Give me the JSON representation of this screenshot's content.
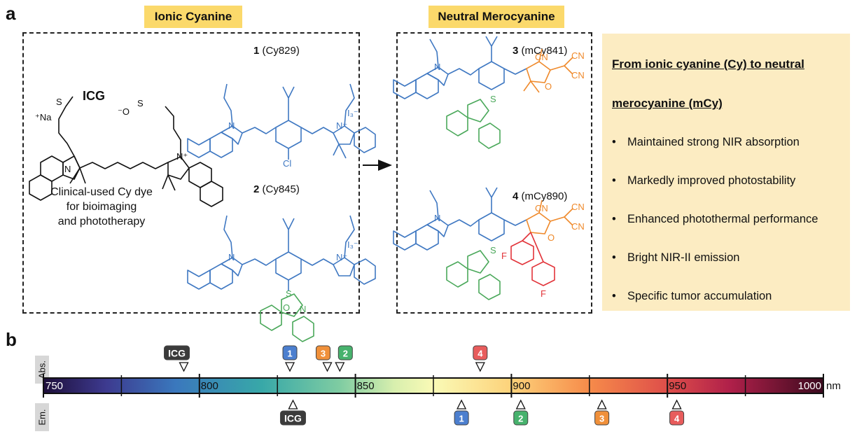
{
  "panel_a_label": "a",
  "panel_b_label": "b",
  "ionic_header": "Ionic Cyanine",
  "neutral_header": "Neutral Merocyanine",
  "icg": {
    "name": "ICG",
    "description": [
      "Clinical-used Cy dye",
      "for bioimaging",
      "and phototherapy"
    ]
  },
  "compounds": [
    {
      "number": "1",
      "name": "(Cy829)"
    },
    {
      "number": "2",
      "name": "(Cy845)"
    },
    {
      "number": "3",
      "name": "(mCy841)"
    },
    {
      "number": "4",
      "name": "(mCy890)"
    }
  ],
  "atom_labels": {
    "n": "N",
    "n_plus": "N⁺",
    "iodide": "I₃⁻",
    "cl": "Cl",
    "s": "S",
    "o": "O",
    "f": "F",
    "cn": "CN",
    "sodium": "⁺Na",
    "o_minus": "⁻O"
  },
  "info": {
    "title_line1": "From ionic cyanine (Cy) to neutral",
    "title_line2": "merocyanine (mCy)",
    "bullets": [
      "Maintained strong NIR absorption",
      "Markedly improved photostability",
      "Enhanced photothermal performance",
      "Bright NIR-II emission",
      "Specific tumor accumulation"
    ]
  },
  "chart_data": {
    "type": "scatter",
    "xlabel": "nm",
    "xlim": [
      750,
      1000
    ],
    "ticks": [
      750,
      800,
      850,
      900,
      950,
      1000
    ],
    "row_labels": {
      "absorption": "Abs.",
      "emission": "Em."
    },
    "absorption": [
      {
        "label": "ICG",
        "x": 795,
        "color": "#3b3b3b"
      },
      {
        "label": "1",
        "x": 829,
        "color": "#4c7fcf"
      },
      {
        "label": "3",
        "x": 841,
        "color": "#f0903a"
      },
      {
        "label": "2",
        "x": 845,
        "color": "#47b26d"
      },
      {
        "label": "4",
        "x": 890,
        "color": "#e85c5c"
      }
    ],
    "emission": [
      {
        "label": "ICG",
        "x": 830,
        "color": "#3b3b3b"
      },
      {
        "label": "1",
        "x": 884,
        "color": "#4c7fcf"
      },
      {
        "label": "2",
        "x": 903,
        "color": "#47b26d"
      },
      {
        "label": "3",
        "x": 929,
        "color": "#f0903a"
      },
      {
        "label": "4",
        "x": 953,
        "color": "#e85c5c"
      }
    ]
  },
  "colors": {
    "header_fill": "#fbd96b",
    "info_fill": "#fcecc2",
    "skeleton_blue": "#3f78c2",
    "oxazole_green": "#4aa85a",
    "acceptor_orange": "#ef8a2c",
    "fluorophenyl_red": "#e2343a"
  }
}
